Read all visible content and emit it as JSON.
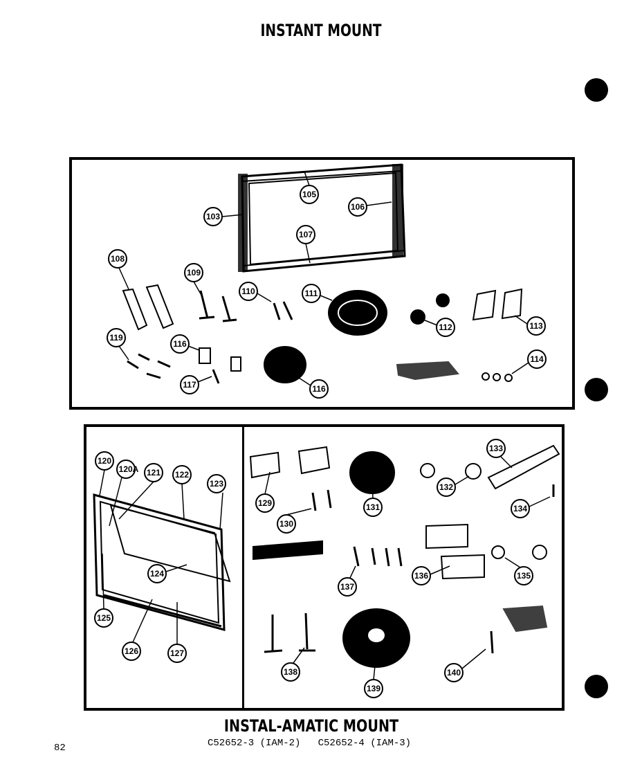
{
  "header": {
    "title": "INSTANT MOUNT"
  },
  "footer": {
    "title": "INSTAL-AMATIC MOUNT",
    "models": "C52652-3 (IAM-2)   C52652-4 (IAM-3)",
    "page_number": "82"
  },
  "instant_mount_callouts": [
    "103",
    "105",
    "106",
    "107",
    "108",
    "109",
    "110",
    "111",
    "112",
    "113",
    "114",
    "116",
    "116",
    "117",
    "119"
  ],
  "instal_amatic_callouts": [
    "120",
    "120A",
    "121",
    "122",
    "123",
    "124",
    "125",
    "126",
    "127",
    "129",
    "130",
    "131",
    "132",
    "133",
    "134",
    "135",
    "136",
    "137",
    "138",
    "139",
    "140"
  ],
  "colors": {
    "ink": "#000000",
    "paper": "#ffffff"
  }
}
